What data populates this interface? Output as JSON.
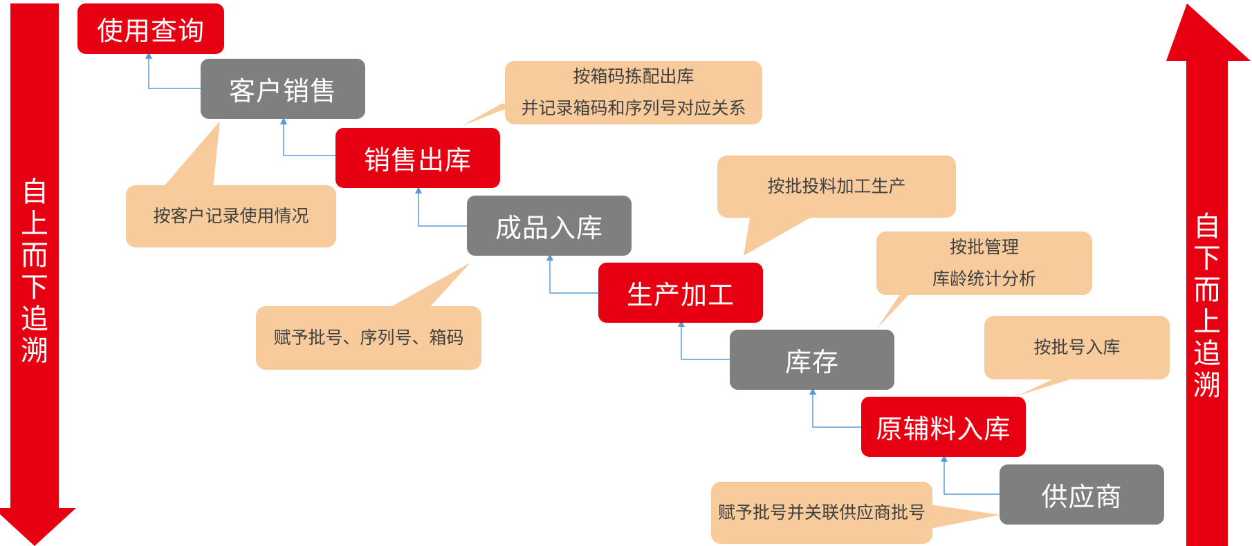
{
  "colors": {
    "red": "#e60012",
    "gray": "#7f7f7f",
    "callout": "#f8cb9c",
    "connector": "#5b9bd5",
    "callout_text": "#404040"
  },
  "nodes": {
    "usage_query": "使用查询",
    "customer_sales": "客户销售",
    "sales_outbound": "销售出库",
    "finished_goods_inbound": "成品入库",
    "production": "生产加工",
    "inventory": "库存",
    "raw_material_inbound": "原辅料入库",
    "supplier": "供应商"
  },
  "callouts": {
    "sales_outbound": [
      "按箱码拣配出库",
      "并记录箱码和序列号对应关系"
    ],
    "customer_sales": "按客户记录使用情况",
    "production": "按批投料加工生产",
    "inventory": [
      "按批管理",
      "库龄统计分析"
    ],
    "finished_goods": "赋予批号、序列号、箱码",
    "raw_material": "按批号入库",
    "supplier": "赋予批号并关联供应商批号"
  },
  "arrows": {
    "top_down": "自上而下追溯",
    "bottom_up": "自下而上追溯"
  }
}
